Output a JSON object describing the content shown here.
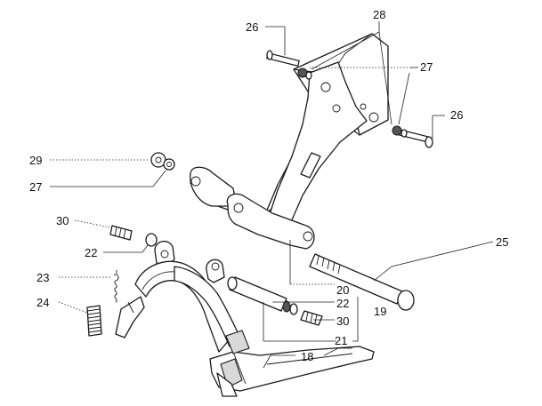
{
  "callouts": {
    "c18": "18",
    "c19": "19",
    "c20": "20",
    "c21": "21",
    "c22a": "22",
    "c22b": "22",
    "c23": "23",
    "c24": "24",
    "c25": "25",
    "c26a": "26",
    "c26b": "26",
    "c27a": "27",
    "c27b": "27",
    "c28": "28",
    "c29": "29",
    "c30a": "30",
    "c30b": "30"
  }
}
